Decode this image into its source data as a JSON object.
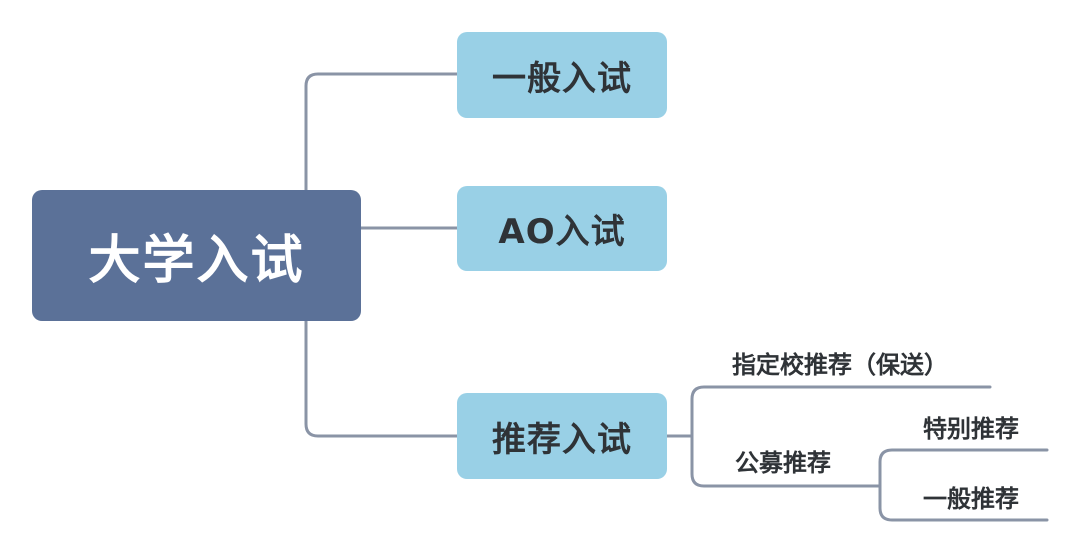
{
  "mindmap": {
    "root": {
      "label": "大学入试"
    },
    "branches": [
      {
        "label": "一般入试"
      },
      {
        "label": "AO入试"
      },
      {
        "label": "推荐入试"
      }
    ],
    "recommendation": {
      "children": [
        {
          "label": "指定校推荐（保送）"
        },
        {
          "label": "公募推荐"
        }
      ],
      "public_children": [
        {
          "label": "特别推荐"
        },
        {
          "label": "一般推荐"
        }
      ]
    }
  },
  "colors": {
    "root_fill": "#5b7198",
    "branch_fill": "#99d0e6",
    "connector": "#8a94a6",
    "text_dark": "#2f3337",
    "text_light": "#ffffff"
  }
}
